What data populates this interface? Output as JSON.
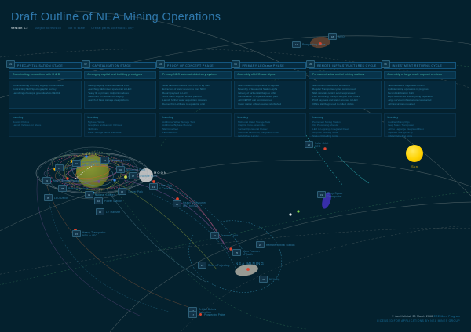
{
  "header": {
    "title": "Draft Outline of NEA Mining Operations",
    "meta": [
      {
        "text": "Version 1.2",
        "strong": true
      },
      {
        "text": "Subject to revision",
        "strong": false
      },
      {
        "text": "Not to scale",
        "strong": false
      },
      {
        "text": "Orbital paths schematics only",
        "strong": false
      }
    ]
  },
  "stages": [
    {
      "num": "01",
      "title": "PRECAPITALISATION STAGE",
      "summary": "Coordinating consortium with R & D",
      "tasks": [
        "Commissioning on hiring flagship orbital habitat",
        "Contracting NEO Spectrographic Survey",
        "Launching of isotopic groundwork to NEObit"
      ],
      "inventory_title": "Inventory",
      "inventory": [
        "Robotic Probes",
        "Launch Vehicles for above"
      ]
    },
    {
      "num": "02",
      "title": "CAPITALISATION STAGE",
      "summary": "Arranging capital and building prototypes",
      "tasks": [
        "Placing flagship orbital Equatorial LEO",
        "Launching NEOmine4 spacecraft to LEO",
        "Heavy lift of primary midpoint modules",
        "Placement of Neobuilt-A4 staging",
        "Launch of basic storage area platform"
      ],
      "inventory_title": "Inventory",
      "inventory": [
        "Bigbase Habitat",
        "Resupllets and Launch Vehicles",
        "NEOmine",
        "Water Storage Tanks and Node"
      ]
    },
    {
      "num": "03",
      "title": "PROOF OF CONCEPT PHASE",
      "summary": "Primary NEO automated delivery system",
      "tasks": [
        "Send LEOARCHive 01 from LEO to try NEO",
        "Extraction of water resources from NEO",
        "Return payload to LEO",
        "Store water supplies at tank platform",
        "Launch further water acquisition missions",
        "Deliver first LEObase to equatorial orbit"
      ],
      "inventory_title": "Inventory",
      "inventory": [
        "Additional Water Storage Tank",
        "Additional Bigbase Modules",
        "NEOmine fleet",
        "LEObase Unit"
      ]
    },
    {
      "num": "04",
      "title": "PRIMARY LEObase PHASE",
      "summary": "Assembly of LEObase Alpha",
      "tasks": [
        "Launch station components to Bigbase",
        "Assembly of Equatorial Station Alpha",
        "Delivery of further LEObags to orbit",
        "Consolidation of separate tanker park",
        "LEO DEPOT unit commissioned",
        "Power station orbital counter refurbished"
      ],
      "inventory_title": "Inventory",
      "inventory": [
        "Additional Water Storage Tank",
        "Graphite Core Assemblies",
        "Nuclear Operational Cluster",
        "Additional LEO units, Cargo and Crew",
        "Refurbished Lander"
      ]
    },
    {
      "num": "05",
      "title": "REMOTE INFRASTRUCTURES CYCLE",
      "summary": "Permanent solar orbital mining stations",
      "tasks": [
        "NEOmineis new version at stations",
        "Regular Transporter cycles commenced",
        "NEA minerals central services prepared",
        "Fast Refuelling Transports cycle crew hours",
        "PGM payloads and water returned to LEO",
        "Offline LEObags used to collect debris"
      ],
      "inventory_title": "Inventory",
      "inventory": [
        "Permanent Mining Station",
        "Ore Processing Module",
        "LEO to Lagrange Integrated Fleet",
        "Graphite Refinery Node",
        "Station Refuelling Units"
      ]
    },
    {
      "num": "06",
      "title": "INVESTMENT RETURNS CYCLE",
      "summary": "Assembly of large scale support services",
      "tasks": [
        "NEOmineis and huge build in LEO",
        "Multiple mining operations in progress",
        "Second LEOstation built",
        "Exports collected and recycling expanded",
        "Large services infrastructure constructed",
        "LEO Excursions mounted"
      ],
      "inventory_title": "Inventory",
      "inventory": [
        "Modular Mining Rigs",
        "Deep Space Transporter",
        "LEO to Lagrange Integrated Fleet",
        "Liquefied Storage Array",
        "Orbital Refuelling Units"
      ]
    }
  ],
  "bodies": [
    {
      "name": "EARTH",
      "color": "#7b8a2a"
    },
    {
      "name": "MOON",
      "color": "#c9c9c9"
    },
    {
      "name": "Sun",
      "color": "#ffd200"
    },
    {
      "name": "NEA MINING",
      "color": "#a8a9a0"
    }
  ],
  "map_labels": [
    {
      "tag": "17",
      "text": "Prospecting Probe"
    },
    {
      "tag": "18",
      "text": "MEO"
    },
    {
      "tag": "01",
      "text": "Bigbase Habitat\nEquatorial LEO"
    },
    {
      "tag": "02",
      "text": "NEOmine Fleet"
    },
    {
      "tag": "03",
      "text": "Water Storage Tanks"
    },
    {
      "tag": "04",
      "text": "LEObase Alpha"
    },
    {
      "tag": "05",
      "text": "LEO Depot"
    },
    {
      "tag": "06",
      "text": "Tanker Park"
    },
    {
      "tag": "07",
      "text": "Graphite Node"
    },
    {
      "tag": "08",
      "text": "Refuelling Node"
    },
    {
      "tag": "09",
      "text": "Nuclear Cluster"
    },
    {
      "tag": "10",
      "text": "Power Station"
    },
    {
      "tag": "11",
      "text": "L1 Transfer"
    },
    {
      "tag": "12",
      "text": "L2 Transfer"
    },
    {
      "tag": "13",
      "text": "Lunar Tug\n& Cruiser"
    },
    {
      "tag": "14",
      "text": "Heavy Transporter\nLEO to NEA"
    },
    {
      "tag": "15",
      "text": "Heavy Transporter\nNEA to LEO"
    },
    {
      "tag": "16",
      "text": "Orbital Debris\nCollection"
    },
    {
      "tag": "19",
      "text": "Deep Space\nTransporter"
    },
    {
      "tag": "20",
      "text": "Solar Orbit\nNEO"
    },
    {
      "tag": "21",
      "text": "Transfer Orbit"
    },
    {
      "tag": "22",
      "text": "Remote Orbital Station"
    },
    {
      "tag": "23",
      "text": "NEA Rig"
    },
    {
      "tag": "24",
      "text": "Return Trajectory"
    },
    {
      "tag": "25",
      "text": "Mars Transfer\nto Earth"
    }
  ],
  "legend": {
    "tag": "17",
    "label": "Prospecting Probe",
    "color": "#e0452f"
  },
  "footer": {
    "copyright": "© Jan Kaliciak  30 March 2068",
    "program": "ECE Mars Program",
    "license": "LICENSED FOR APPLICATIONS BY NEA MINES GROUP"
  },
  "colors": {
    "background": "#04212e",
    "panel": "#07334a",
    "accent": "#2f79ad",
    "summary_text": "#48c7b0",
    "earth": "#7b8a2a",
    "sun": "#ffd200",
    "moon": "#c9c9c9"
  }
}
